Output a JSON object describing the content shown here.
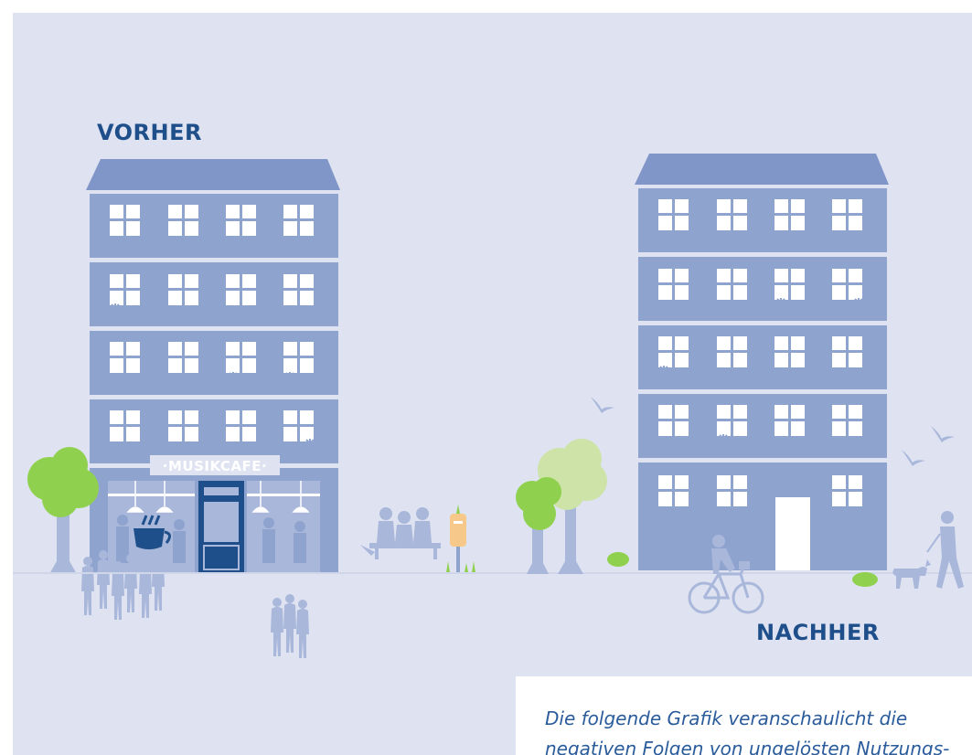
{
  "labels": {
    "before": "VORHER",
    "after": "NACHHER",
    "cafe_sign": "·MUSIKCAFE·"
  },
  "caption": "Die folgende Grafik veranschaulicht die negativen Folgen von ungelösten Nutzungs-",
  "colors": {
    "panel_background": "#dfe3f1",
    "building": "#8fa3cf",
    "roof": "#8196c8",
    "window": "#ffffff",
    "label": "#1f4f8a",
    "people": "#a9b7db",
    "tree_green": "#8fd14f",
    "tree_light_green": "#cde3a8",
    "cafe_blue": "#1f4f8a",
    "mailbox": "#f6c98a",
    "caption_text": "#2a5b9b"
  },
  "icons": [
    "coffee-cup-icon",
    "bird-icon",
    "bicycle-icon",
    "dog-icon",
    "plant-icon",
    "lamp-icon"
  ]
}
